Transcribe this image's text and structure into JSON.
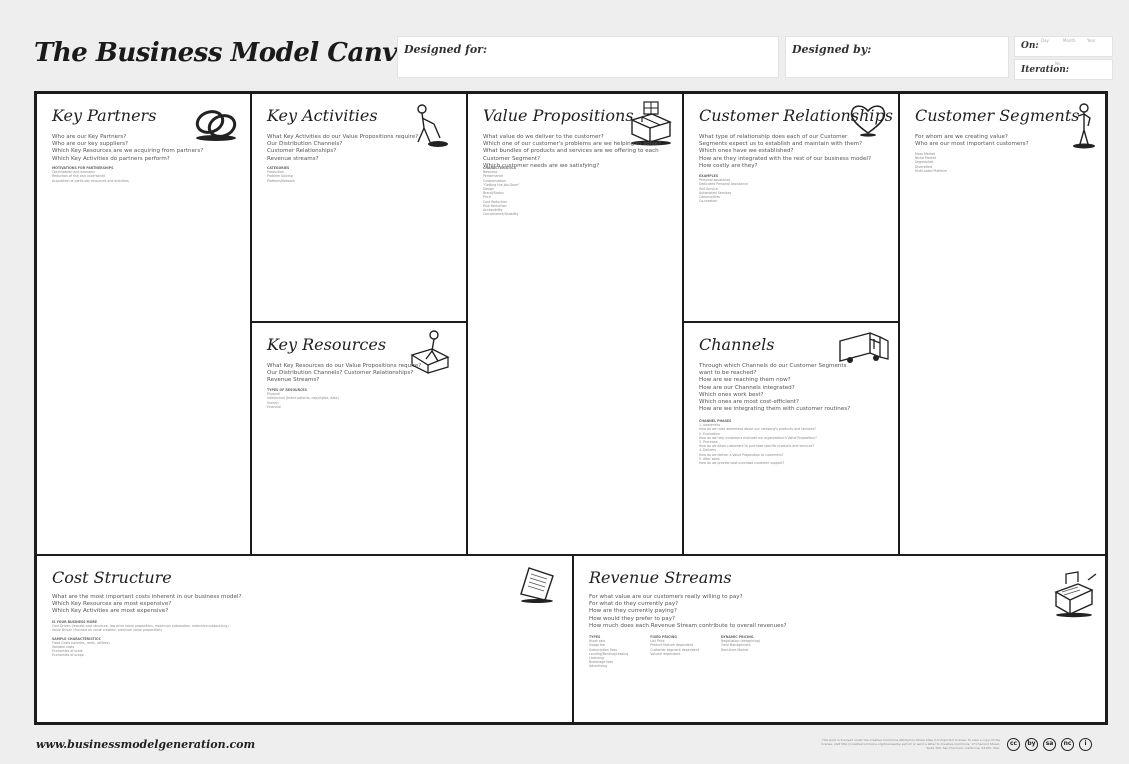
{
  "header": {
    "title": "The Business Model Canvas",
    "designed_for_label": "Designed for:",
    "designed_by_label": "Designed by:",
    "on_label": "On:",
    "iteration_label": "Iteration:",
    "day": "Day",
    "month": "Month",
    "year": "Year",
    "no": "No."
  },
  "blocks": {
    "key_partners": {
      "title": "Key Partners",
      "questions": [
        "Who are our Key Partners?",
        "Who are our key suppliers?",
        "Which Key Resources are we acquiring from partners?",
        "Which Key Activities do partners perform?"
      ],
      "details": [
        "MOTIVATIONS FOR PARTNERSHIPS",
        "Optimization and economy",
        "Reduction of risk and uncertainty",
        "Acquisition of particular resources and activities"
      ]
    },
    "key_activities": {
      "title": "Key Activities",
      "questions": [
        "What Key Activities do our Value Propositions require?",
        "Our Distribution Channels?",
        "Customer Relationships?",
        "Revenue streams?"
      ],
      "details": [
        "CATEGORIES",
        "Production",
        "Problem Solving",
        "Platform/Network"
      ]
    },
    "key_resources": {
      "title": "Key Resources",
      "questions": [
        "What Key Resources do our Value Propositions require?",
        "Our Distribution Channels? Customer Relationships?",
        "Revenue Streams?"
      ],
      "details": [
        "TYPES OF RESOURCES",
        "Physical",
        "Intellectual (brand patents, copyrights, data)",
        "Human",
        "Financial"
      ]
    },
    "value_propositions": {
      "title": "Value Propositions",
      "questions": [
        "What value do we deliver to the customer?",
        "Which one of our customer's problems are we helping to solve?",
        "What bundles of products and services are we offering to each Customer Segment?",
        "Which customer needs are we satisfying?"
      ],
      "details": [
        "CHARACTERISTICS",
        "Newness",
        "Performance",
        "Customization",
        "\"Getting the Job Done\"",
        "Design",
        "Brand/Status",
        "Price",
        "Cost Reduction",
        "Risk Reduction",
        "Accessibility",
        "Convenience/Usability"
      ]
    },
    "customer_relationships": {
      "title": "Customer Relationships",
      "questions": [
        "What type of relationship does each of our Customer",
        "Segments expect us to establish and maintain with them?",
        "Which ones have we established?",
        "How are they integrated with the rest of our business model?",
        "How costly are they?"
      ],
      "details": [
        "EXAMPLES",
        "Personal assistance",
        "Dedicated Personal Assistance",
        "Self-Service",
        "Automated Services",
        "Communities",
        "Co-creation"
      ]
    },
    "channels": {
      "title": "Channels",
      "questions": [
        "Through which Channels do our Customer Segments",
        "want to be reached?",
        "How are we reaching them now?",
        "How are our Channels integrated?",
        "Which ones work best?",
        "Which ones are most cost-efficient?",
        "How are we integrating them with customer routines?"
      ],
      "details": [
        "CHANNEL PHASES",
        "1. Awareness",
        "How do we raise awareness about our company's products and services?",
        "2. Evaluation",
        "How do we help customers evaluate our organization's Value Proposition?",
        "3. Purchase",
        "How do we allow customers to purchase specific products and services?",
        "4. Delivery",
        "How do we deliver a Value Proposition to customers?",
        "5. After sales",
        "How do we provide post-purchase customer support?"
      ]
    },
    "customer_segments": {
      "title": "Customer Segments",
      "questions": [
        "For whom are we creating value?",
        "Who are our most important customers?"
      ],
      "details": [
        "Mass Market",
        "Niche Market",
        "Segmented",
        "Diversified",
        "Multi-sided Platform"
      ]
    },
    "cost_structure": {
      "title": "Cost Structure",
      "questions": [
        "What are the most important costs inherent in our business model?",
        "Which Key Resources are most expensive?",
        "Which Key Activities are most expensive?"
      ],
      "details": [
        "IS YOUR BUSINESS MORE",
        "Cost Driven (leanest cost structure, low price value proposition, maximum automation, extensive outsourcing)",
        "Value Driven (focused on value creation, premium value proposition)",
        "",
        "SAMPLE CHARACTERISTICS",
        "Fixed Costs (salaries, rents, utilities)",
        "Variable costs",
        "Economies of scale",
        "Economies of scope"
      ]
    },
    "revenue_streams": {
      "title": "Revenue Streams",
      "questions": [
        "For what value are our customers really willing to pay?",
        "For what do they currently pay?",
        "How are they currently paying?",
        "How would they prefer to pay?",
        "How much does each Revenue Stream contribute to overall revenues?"
      ],
      "col1": [
        "TYPES",
        "Asset sale",
        "Usage fee",
        "Subscription Fees",
        "Lending/Renting/Leasing",
        "Licensing",
        "Brokerage fees",
        "Advertising"
      ],
      "col2": [
        "FIXED PRICING",
        "List Price",
        "Product feature dependent",
        "Customer segment dependent",
        "Volume dependent"
      ],
      "col3": [
        "DYNAMIC PRICING",
        "Negotiation (bargaining)",
        "Yield Management",
        "Real-time-Market"
      ]
    }
  },
  "footer": {
    "url": "www.businessmodelgeneration.com",
    "license": "This work is licensed under the Creative Commons Attribution-Share Alike 3.0 Unported License. To view a copy of this license, visit http://creativecommons.org/licenses/by-sa/3.0/ or send a letter to Creative Commons, 171 Second Street, Suite 300, San Francisco, California, 94105, USA.",
    "cc_icons": [
      "cc",
      "by",
      "sa",
      "nc",
      "i"
    ]
  }
}
